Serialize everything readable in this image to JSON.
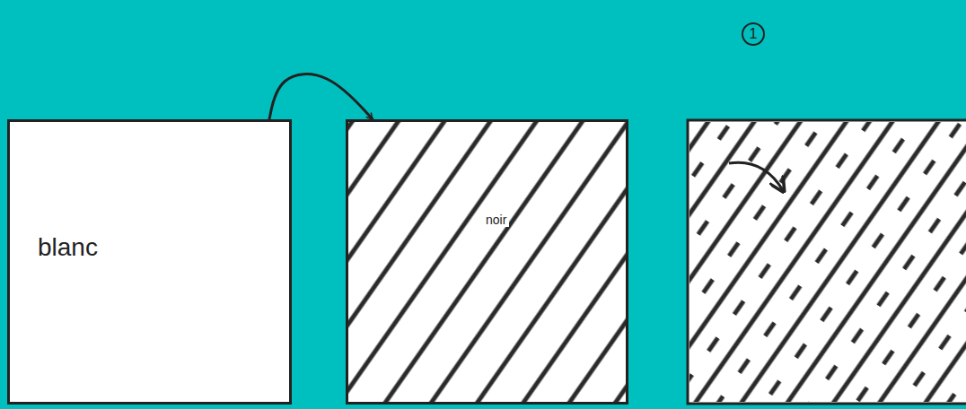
{
  "diagram": {
    "nodes": [
      {
        "text": [
          "blanc"
        ]
      },
      {
        "text": [
          "noir"
        ]
      }
    ],
    "edges": [
      {
        "from": 0,
        "to": 1,
        "arrow": "to"
      }
    ],
    "labels": [
      "1"
    ]
  }
}
